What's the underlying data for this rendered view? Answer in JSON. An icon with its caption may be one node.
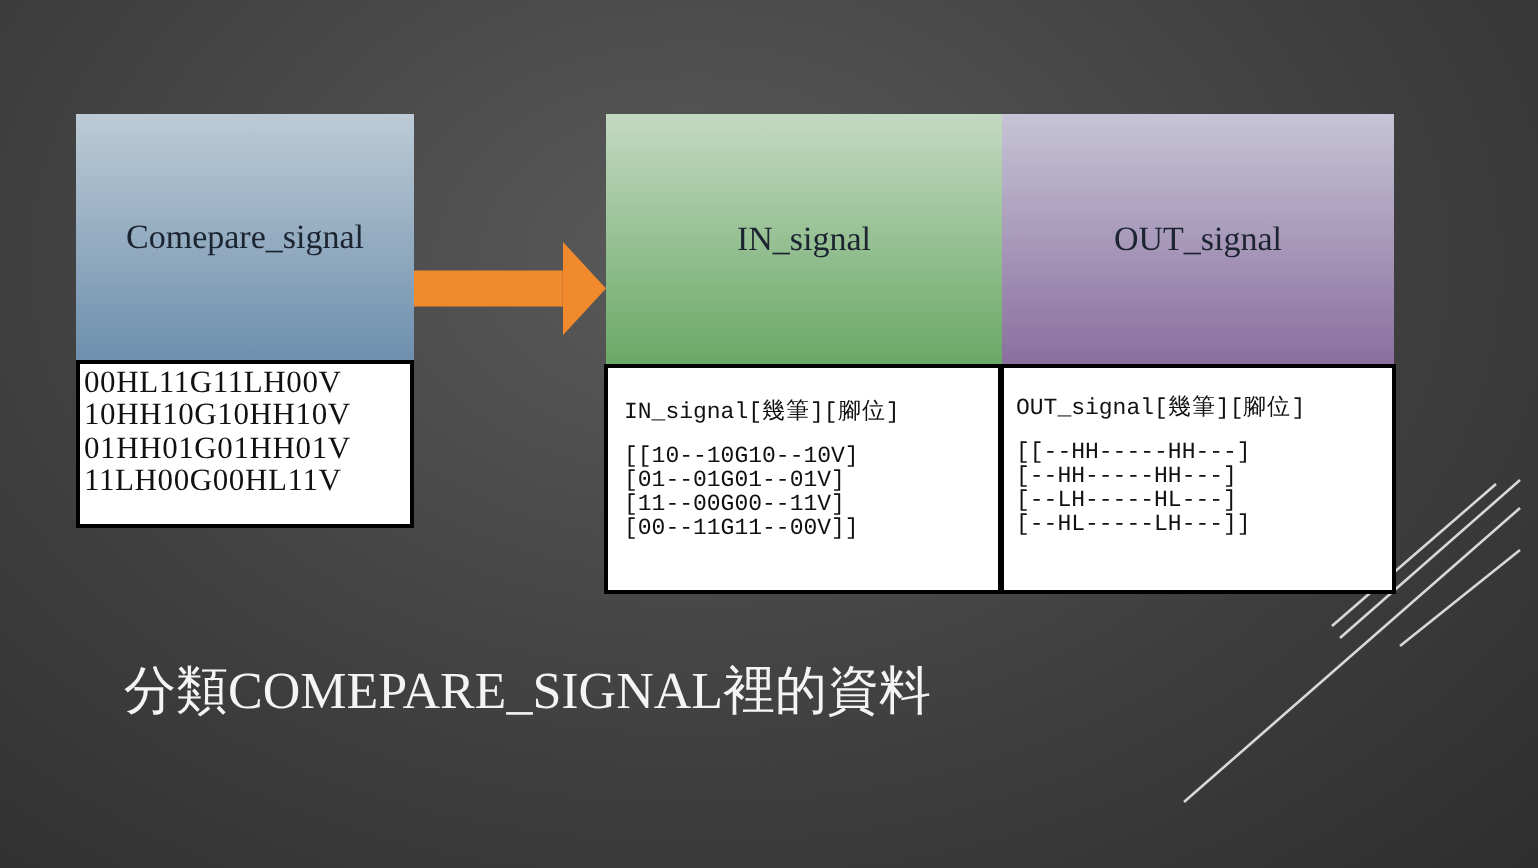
{
  "diagram": {
    "title": "分類COMEPARE_SIGNAL裡的資料",
    "nodes": [
      {
        "text": [
          "Comepare_signal"
        ]
      },
      {
        "text": [
          "00HL11G11LH00V 10HH10G10HH10V 01HH01G01HH01V 11LH00G00HL11V"
        ]
      },
      {
        "text": [
          "IN_signal"
        ]
      },
      {
        "text": [
          "IN_signal[幾筆][腳位]",
          "[[10--10G10--10V] [01--01G01--01V] [11--00G00--11V] [00--11G11--00V]]"
        ]
      },
      {
        "text": [
          "OUT_signal"
        ]
      },
      {
        "text": [
          "OUT_signal[幾筆][腳位]",
          "[[--HH-----HH---] [--HH-----HH---] [--LH-----HL---] [--HL-----LH---]]"
        ]
      }
    ],
    "edges": [
      {
        "from": 0,
        "to": 2,
        "arrow": "to",
        "color": "#f08a2c"
      }
    ]
  }
}
